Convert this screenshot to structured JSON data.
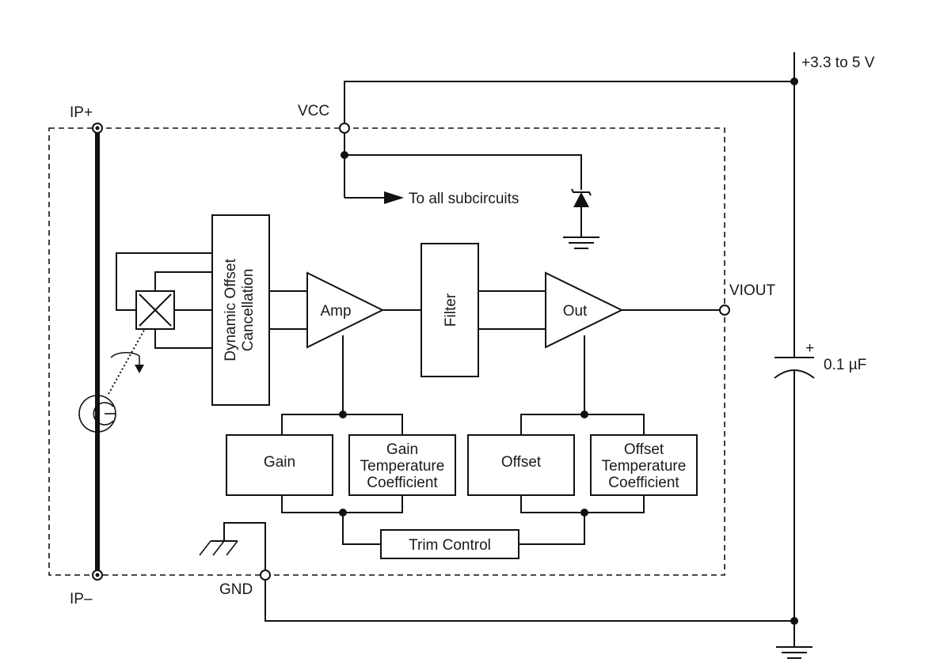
{
  "labels": {
    "supply": "+3.3 to 5 V",
    "vcc": "VCC",
    "ip_plus": "IP+",
    "ip_minus": "IP–",
    "gnd": "GND",
    "viout": "VIOUT",
    "cap_value": "0.1 µF",
    "cap_plus": "+",
    "to_all_subcircuits": "To all subcircuits"
  },
  "blocks": {
    "dynamic_offset_line1": "Dynamic Offset",
    "dynamic_offset_line2": "Cancellation",
    "amp": "Amp",
    "filter": "Filter",
    "out": "Out",
    "gain": "Gain",
    "gain_tc_line1": "Gain",
    "gain_tc_line2": "Temperature",
    "gain_tc_line3": "Coefficient",
    "offset": "Offset",
    "offset_tc_line1": "Offset",
    "offset_tc_line2": "Temperature",
    "offset_tc_line3": "Coefficient",
    "trim_control": "Trim Control"
  }
}
